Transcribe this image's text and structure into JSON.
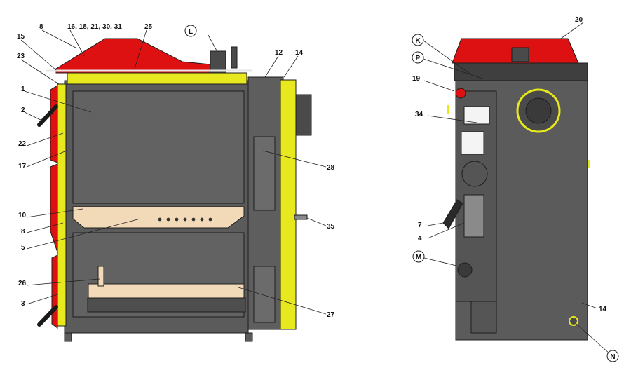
{
  "colors": {
    "body": "#5b5b5b",
    "body_dark": "#3f3f3f",
    "yellow": "#e8e81e",
    "red": "#dd1111",
    "beige": "#f2d9b8",
    "white": "#f4f4f4",
    "edge": "#1e1e1e"
  },
  "side_view": {
    "labels": [
      {
        "key": "c8",
        "text": "8"
      },
      {
        "key": "c16",
        "text": "16, 18, 21, 30, 31"
      },
      {
        "key": "c25",
        "text": "25"
      },
      {
        "key": "cL",
        "text": "L"
      },
      {
        "key": "c15",
        "text": "15"
      },
      {
        "key": "c23",
        "text": "23"
      },
      {
        "key": "c12",
        "text": "12"
      },
      {
        "key": "c14",
        "text": "14"
      },
      {
        "key": "c1",
        "text": "1"
      },
      {
        "key": "c2",
        "text": "2"
      },
      {
        "key": "c22",
        "text": "22"
      },
      {
        "key": "c17",
        "text": "17"
      },
      {
        "key": "c28",
        "text": "28"
      },
      {
        "key": "c10",
        "text": "10"
      },
      {
        "key": "c8b",
        "text": "8"
      },
      {
        "key": "c5",
        "text": "5"
      },
      {
        "key": "c35",
        "text": "35"
      },
      {
        "key": "c26",
        "text": "26"
      },
      {
        "key": "c3",
        "text": "3"
      },
      {
        "key": "c27",
        "text": "27"
      }
    ]
  },
  "rear_view": {
    "labels": [
      {
        "key": "cK",
        "text": "K"
      },
      {
        "key": "cP",
        "text": "P"
      },
      {
        "key": "c20",
        "text": "20"
      },
      {
        "key": "c19",
        "text": "19"
      },
      {
        "key": "c34",
        "text": "34"
      },
      {
        "key": "c7",
        "text": "7"
      },
      {
        "key": "c4",
        "text": "4"
      },
      {
        "key": "cM",
        "text": "M"
      },
      {
        "key": "c14r",
        "text": "14"
      },
      {
        "key": "cN",
        "text": "N"
      }
    ]
  }
}
